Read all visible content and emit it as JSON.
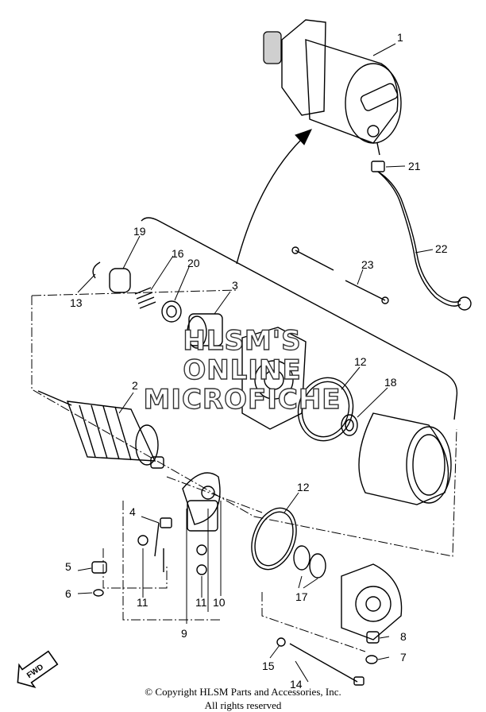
{
  "callouts": [
    "1",
    "2",
    "3",
    "4",
    "5",
    "6",
    "7",
    "8",
    "9",
    "10",
    "11",
    "11",
    "12",
    "12",
    "13",
    "14",
    "15",
    "16",
    "17",
    "18",
    "19",
    "20",
    "21",
    "22",
    "23"
  ],
  "watermark": {
    "line1": "HLSM'S",
    "line2": "ONLINE",
    "line3": "MICROFICHE"
  },
  "fwd_label": "FWD",
  "copyright": {
    "line1": "© Copyright HLSM Parts and Accessories, Inc.",
    "line2": "All rights reserved"
  }
}
